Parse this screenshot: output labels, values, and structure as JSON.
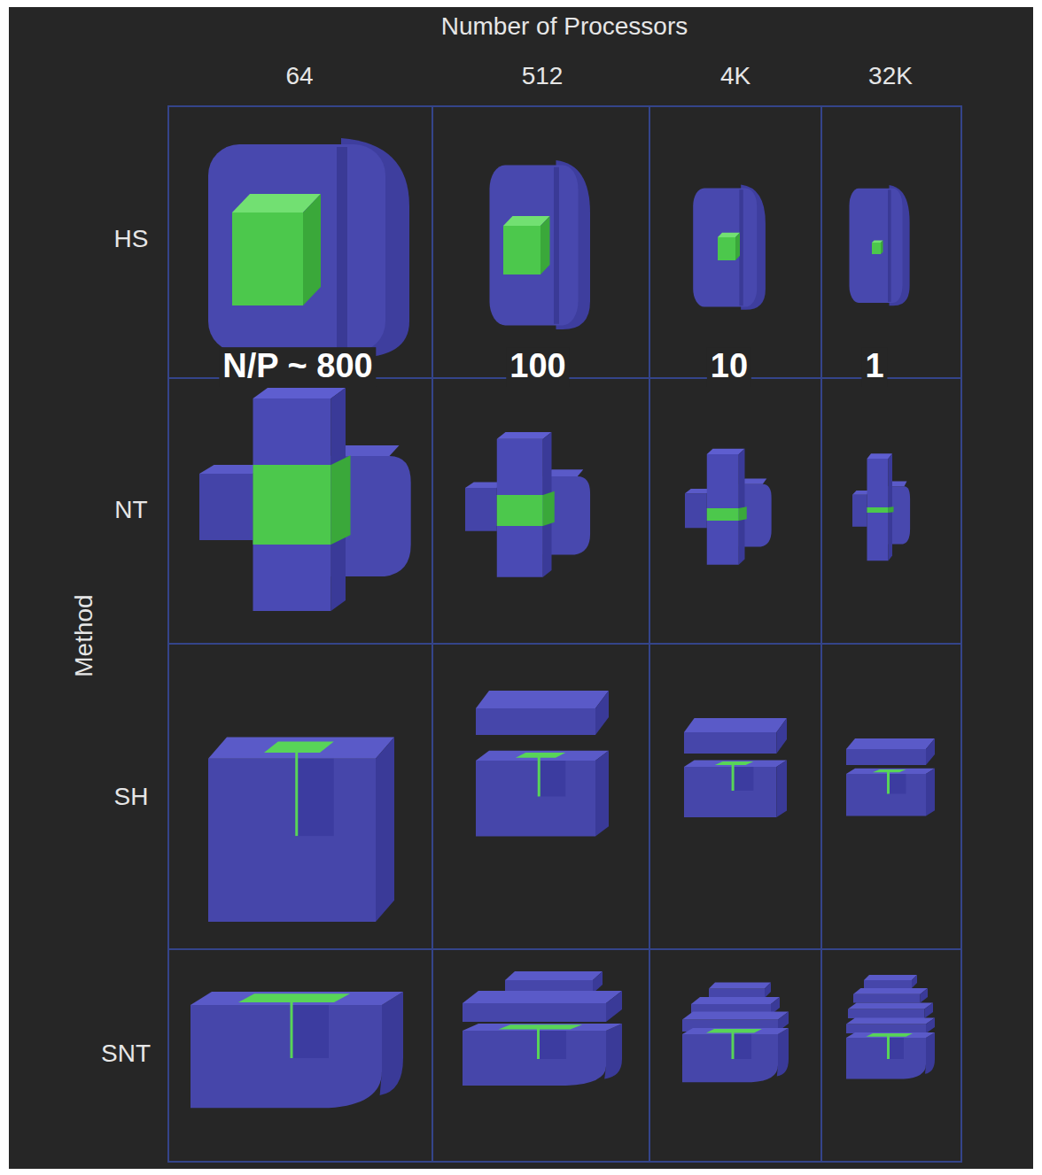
{
  "diagram": {
    "labels": [
      "Number of Processors",
      "64",
      "512",
      "4K",
      "32K",
      "Method",
      "HS",
      "NT",
      "SH",
      "SNT",
      "N/P ~ 800",
      "100",
      "10",
      "1"
    ]
  }
}
